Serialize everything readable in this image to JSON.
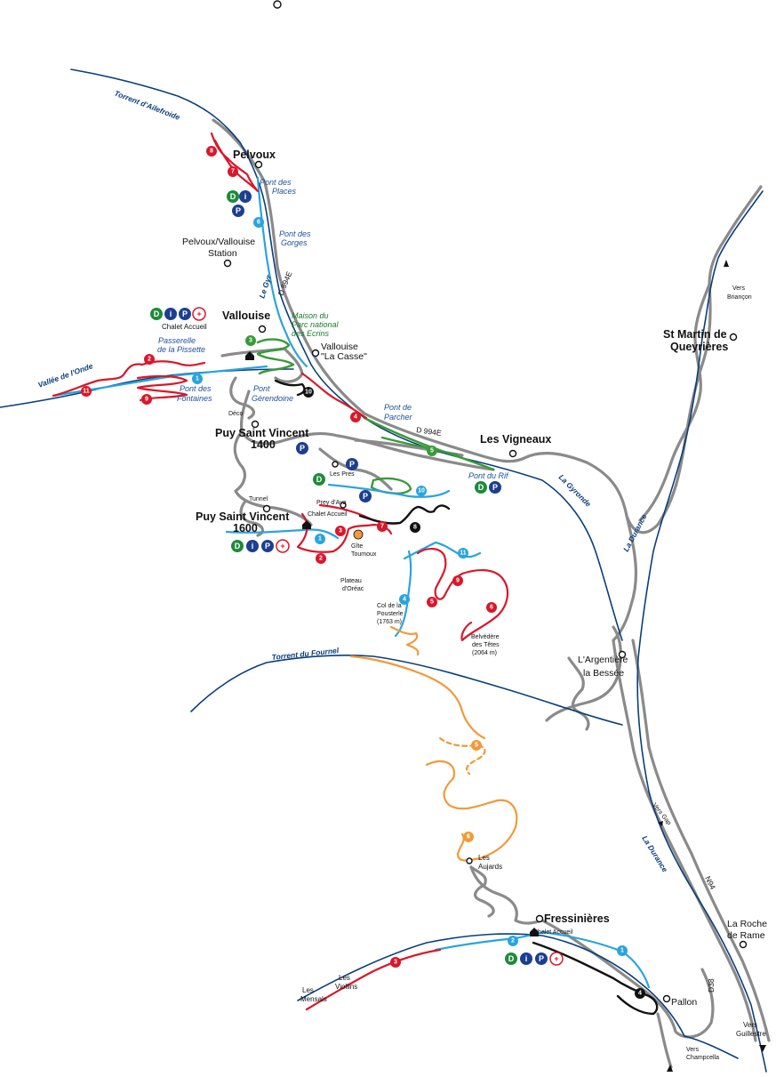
{
  "places": {
    "pelvoux": "Pelvoux",
    "pelvoux_station_1": "Pelvoux/Vallouise",
    "pelvoux_station_2": "Station",
    "vallouise": "Vallouise",
    "vallouise_casse_1": "Vallouise",
    "vallouise_casse_2": "\"La Casse\"",
    "puy_1400_1": "Puy Saint Vincent",
    "puy_1400_2": "1400",
    "puy_1600_1": "Puy Saint Vincent",
    "puy_1600_2": "1600",
    "vigneaux": "Les Vigneaux",
    "st_martin_1": "St Martin de",
    "st_martin_2": "Queyrières",
    "argentiere_1": "L'Argentière",
    "argentiere_2": "la Bessée",
    "fressinieres": "Fressinières",
    "roche_1": "La Roche",
    "roche_2": "de Rame",
    "pallon": "Pallon",
    "aujards_1": "Les",
    "aujards_2": "Aujards",
    "viollins_1": "Les",
    "viollins_2": "Viollins",
    "mensals_1": "Les",
    "mensals_2": "Mensals",
    "pres": "Les Pres",
    "prey_dava": "Prey d'Ava",
    "gite_1": "Gîte",
    "gite_2": "Toumoux",
    "plateau_1": "Plateau",
    "plateau_2": "d'Oréac",
    "col_1": "Col de la",
    "col_2": "Pousterle",
    "col_3": "(1763 m)",
    "belvedere_1": "Belvédère",
    "belvedere_2": "des Têtes",
    "belvedere_3": "(2064 m)",
    "chalet_1": "Chalet Accueil",
    "chalet_2": "Chalet Accueil",
    "chalet_3": "Chalet Accueil",
    "tunnel": "Tunnel",
    "vers_briancon_1": "Vers",
    "vers_briancon_2": "Briançon",
    "vers_gap": "Vers Gap",
    "vers_guillestre_1": "Vers",
    "vers_guillestre_2": "Guillestre",
    "vers_champcella_1": "Vers",
    "vers_champcella_2": "Champcella",
    "deco": "Déco"
  },
  "rivers": {
    "ailefroide": "Torrent d'Ailefroide",
    "onde": "Vallée de l'Onde",
    "gyr": "Le Gyr",
    "gyronde": "La Gyronde",
    "durance_1": "La Durance",
    "durance_2": "La Durance",
    "fournel": "Torrent du Fournel"
  },
  "bridges": {
    "places_1": "Pont des",
    "places_2": "Places",
    "gorges_1": "Pont des",
    "gorges_2": "Gorges",
    "pissette_1": "Passerelle",
    "pissette_2": "de la Pissette",
    "fontaines_1": "Pont des",
    "fontaines_2": "Fontaines",
    "gerendoine_1": "Pont",
    "gerendoine_2": "Gérendoine",
    "parcher_1": "Pont de",
    "parcher_2": "Parcher",
    "rif": "Pont du Rif"
  },
  "park_house": {
    "line_1": "Maison du",
    "line_2": "Parc national",
    "line_3": "des Ecrins"
  },
  "roads": {
    "d994e_1": "D 994E",
    "d994e_2": "D 994E",
    "n94": "N94",
    "d38": "D38"
  },
  "services": {
    "d": "D",
    "i": "i",
    "p": "P",
    "plus": "+"
  },
  "route_numbers": {
    "n1": "1",
    "n2": "2",
    "n3": "3",
    "n4": "4",
    "n5": "5",
    "n6": "6",
    "n7": "7",
    "n8": "8",
    "n9": "9",
    "n10": "10",
    "n11": "11"
  },
  "colors": {
    "river": "#0b3f7a",
    "blue_route": "#2aa4dc",
    "red_route": "#d8182b",
    "green_route": "#3a9a3a",
    "orange_route": "#f09a3a",
    "black_route": "#111111",
    "road": "#8a8a8a",
    "service_green": "#1f8a3a",
    "service_blue": "#1c3f8f",
    "service_red": "#d8182b"
  }
}
